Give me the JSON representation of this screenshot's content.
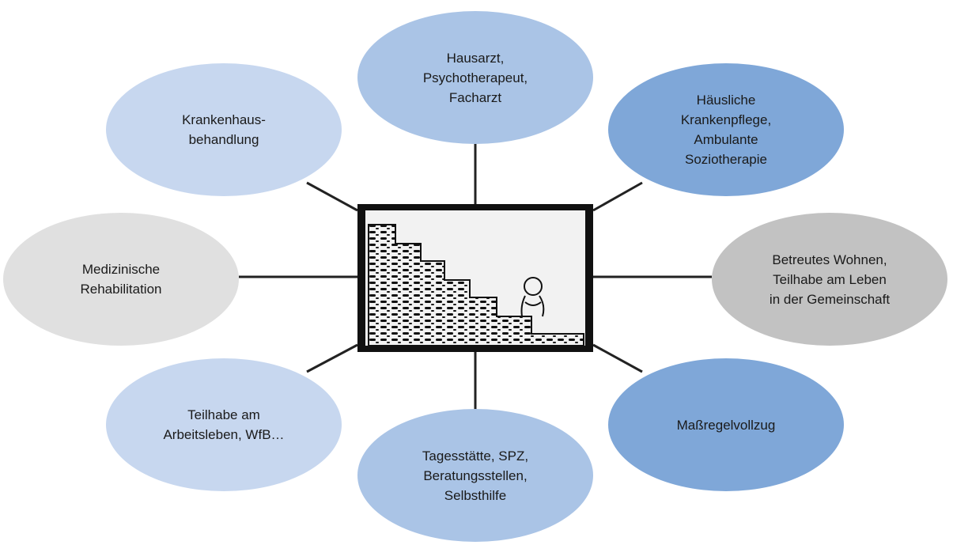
{
  "nodes": [
    {
      "id": "hausarzt",
      "label": "Hausarzt,\nPsychotherapeut,\nFacharzt",
      "color": "#aac4e6"
    },
    {
      "id": "haeusliche",
      "label": "Häusliche\nKrankenpflege,\nAmbulante\nSoziotherapie",
      "color": "#7fa7d8"
    },
    {
      "id": "betreutes",
      "label": "Betreutes Wohnen,\nTeilhabe am Leben\nin der Gemeinschaft",
      "color": "#c2c2c2"
    },
    {
      "id": "massregel",
      "label": "Maßregelvollzug",
      "color": "#7fa7d8"
    },
    {
      "id": "tagesstaette",
      "label": "Tagesstätte, SPZ,\nBeratungsstellen,\nSelbsthilfe",
      "color": "#aac4e6"
    },
    {
      "id": "teilhabe-arbeit",
      "label": "Teilhabe am\nArbeitsleben, WfB…",
      "color": "#c7d7ef"
    },
    {
      "id": "med-reha",
      "label": "Medizinische\nRehabilitation",
      "color": "#e0e0e0"
    },
    {
      "id": "krankenhaus",
      "label": "Krankenhaus-\nbehandlung",
      "color": "#c7d7ef"
    }
  ]
}
